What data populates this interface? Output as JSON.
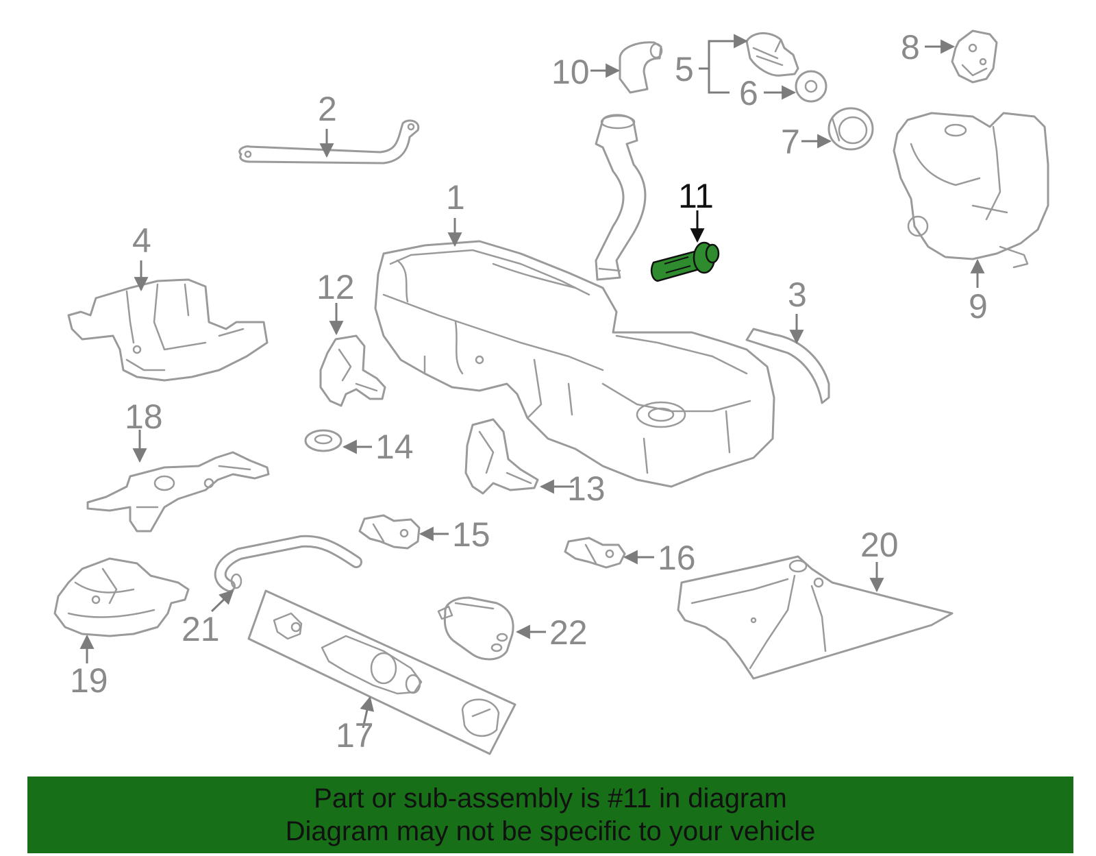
{
  "diagram": {
    "highlight_color": "#2e8b2e",
    "part_stroke_color": "#9a9a9a",
    "callouts": [
      {
        "id": "1",
        "label": "1"
      },
      {
        "id": "2",
        "label": "2"
      },
      {
        "id": "3",
        "label": "3"
      },
      {
        "id": "4",
        "label": "4"
      },
      {
        "id": "5",
        "label": "5"
      },
      {
        "id": "6",
        "label": "6"
      },
      {
        "id": "7",
        "label": "7"
      },
      {
        "id": "8",
        "label": "8"
      },
      {
        "id": "9",
        "label": "9"
      },
      {
        "id": "10",
        "label": "10"
      },
      {
        "id": "11",
        "label": "11",
        "highlighted": true
      },
      {
        "id": "12",
        "label": "12"
      },
      {
        "id": "13",
        "label": "13"
      },
      {
        "id": "14",
        "label": "14"
      },
      {
        "id": "15",
        "label": "15"
      },
      {
        "id": "16",
        "label": "16"
      },
      {
        "id": "17",
        "label": "17"
      },
      {
        "id": "18",
        "label": "18"
      },
      {
        "id": "19",
        "label": "19"
      },
      {
        "id": "20",
        "label": "20"
      },
      {
        "id": "21",
        "label": "21"
      },
      {
        "id": "22",
        "label": "22"
      }
    ]
  },
  "footer": {
    "background_color": "#177017",
    "line1": "Part or sub-assembly is #11 in diagram",
    "line2": "Diagram may not be specific to your vehicle"
  }
}
